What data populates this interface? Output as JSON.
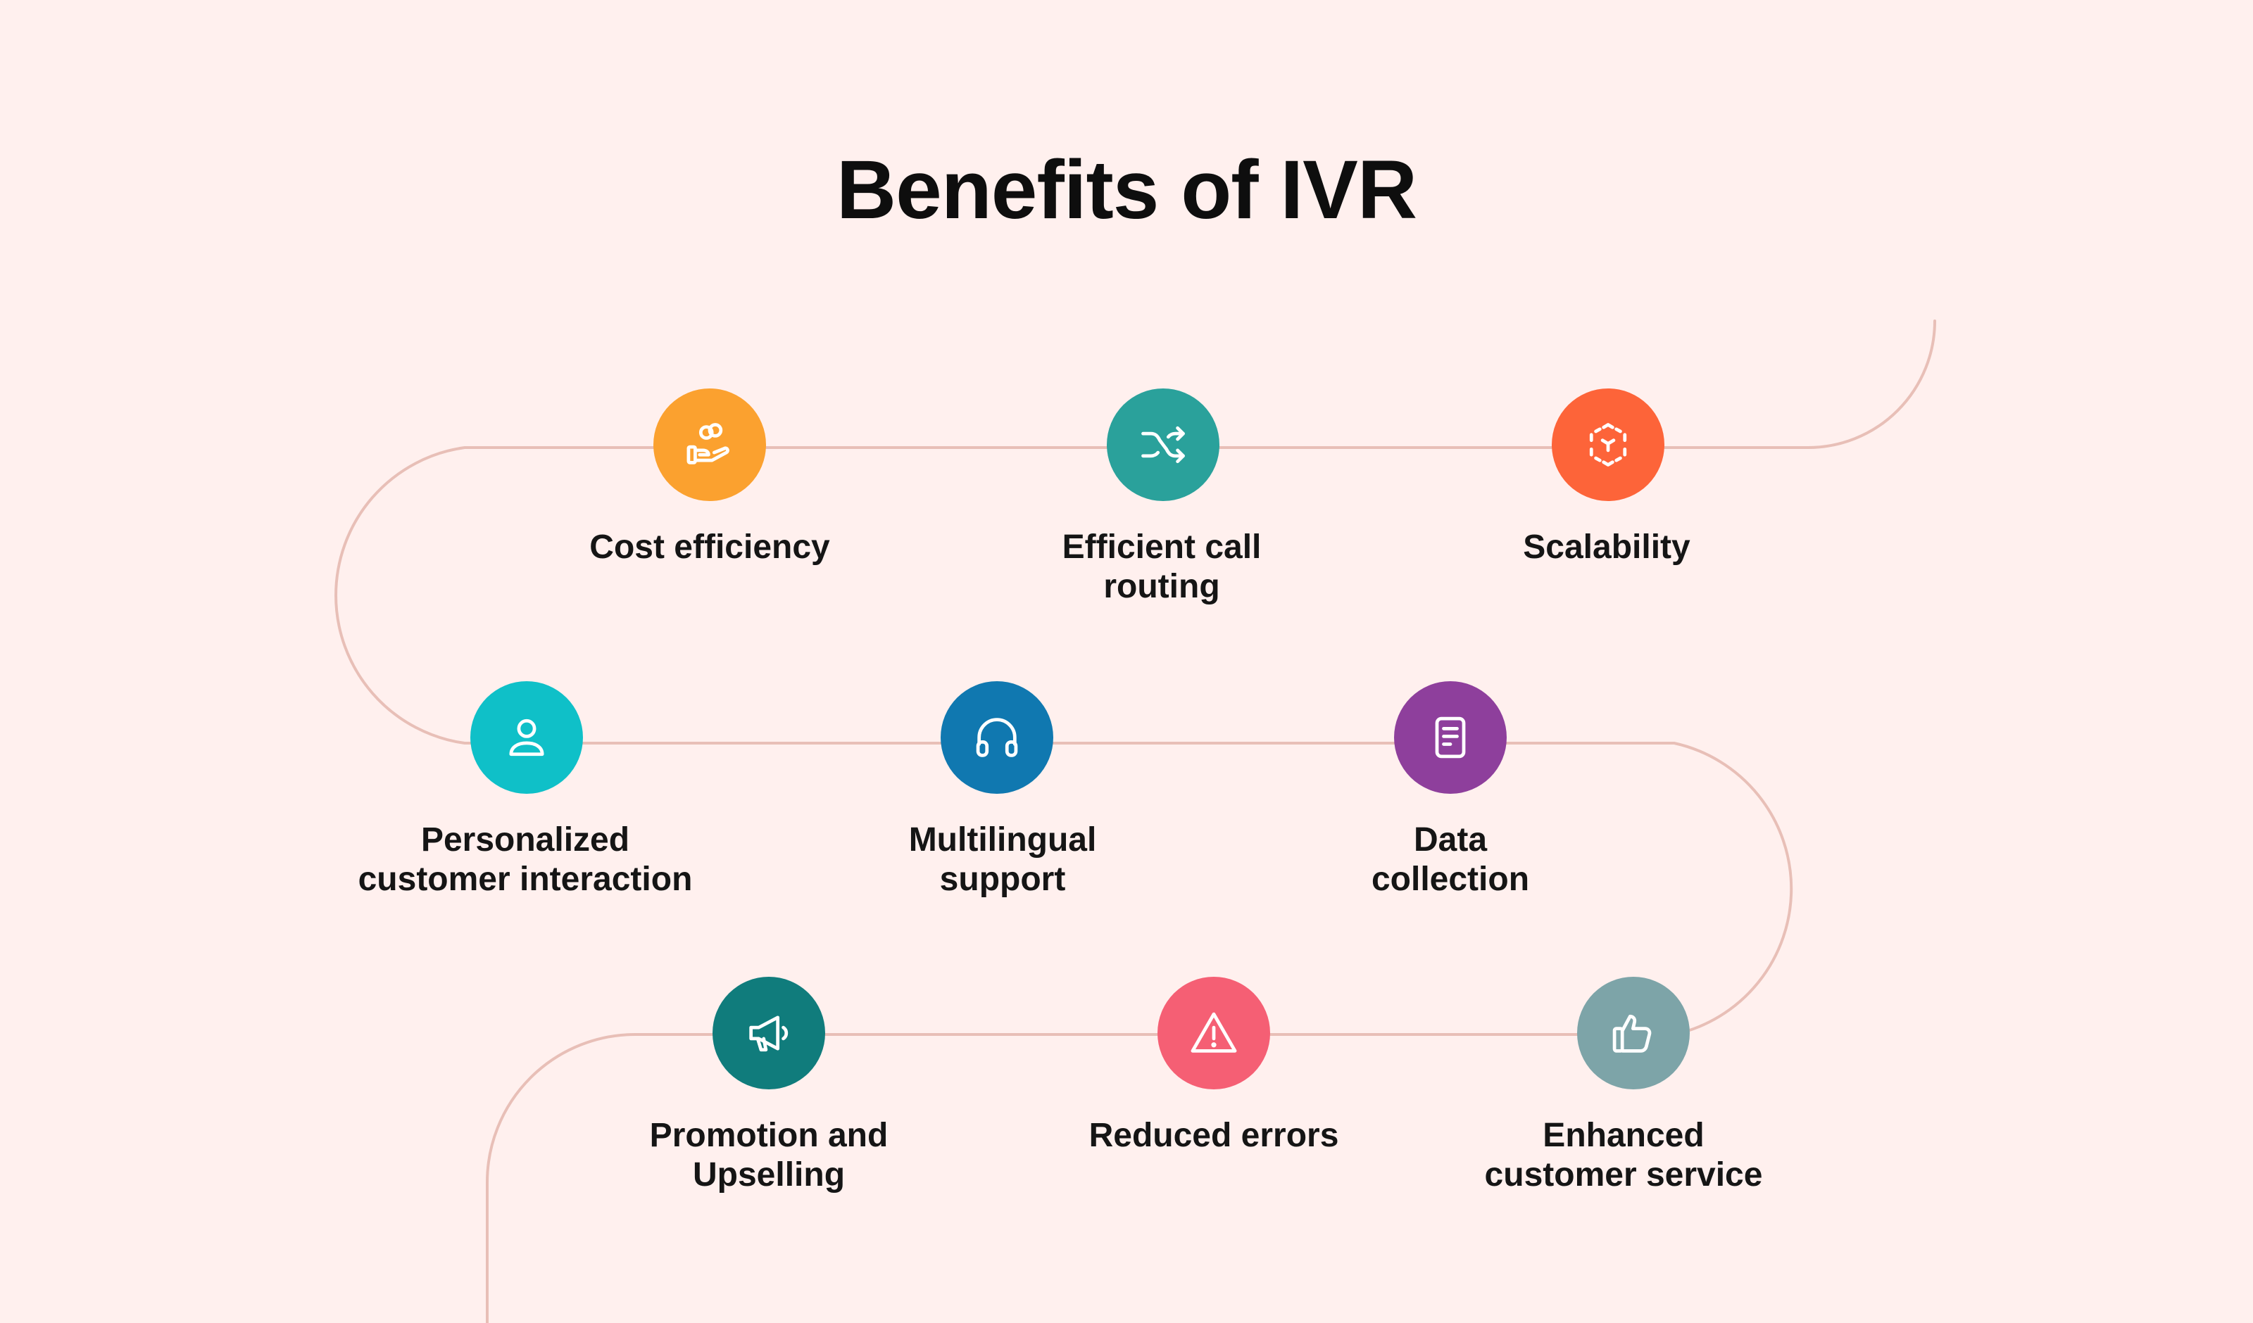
{
  "title": "Benefits of IVR",
  "colors": {
    "background": "#FFF0EE",
    "connector": "#E8BFB7"
  },
  "benefits": [
    {
      "label": "Cost efficiency",
      "icon": "hand-coins-icon",
      "color": "#FBA12F"
    },
    {
      "label": "Efficient call\nrouting",
      "icon": "shuffle-arrows-icon",
      "color": "#2AA19B"
    },
    {
      "label": "Scalability",
      "icon": "scale-frame-icon",
      "color": "#FD6439"
    },
    {
      "label": "Personalized\ncustomer interaction",
      "icon": "user-icon",
      "color": "#0FC0C8"
    },
    {
      "label": "Multilingual\nsupport",
      "icon": "headphones-icon",
      "color": "#1078B0"
    },
    {
      "label": "Data\ncollection",
      "icon": "document-icon",
      "color": "#8E3F9C"
    },
    {
      "label": "Promotion and\nUpselling",
      "icon": "megaphone-icon",
      "color": "#107C7C"
    },
    {
      "label": "Reduced errors",
      "icon": "warning-icon",
      "color": "#F55F74"
    },
    {
      "label": "Enhanced\ncustomer service",
      "icon": "thumbs-up-icon",
      "color": "#7DA4A8"
    }
  ]
}
